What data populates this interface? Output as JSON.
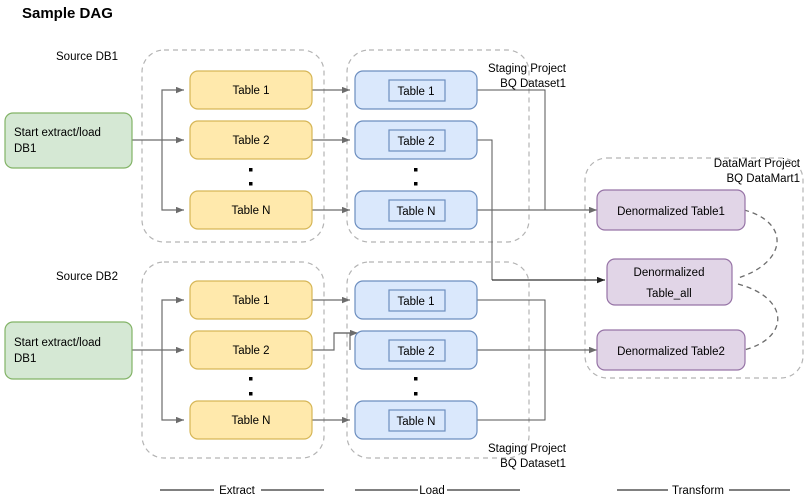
{
  "title": "Sample DAG",
  "sources": [
    {
      "id": "source-db1",
      "label": "Source DB1"
    },
    {
      "id": "source-db2",
      "label": "Source DB2"
    }
  ],
  "start_nodes": [
    {
      "id": "start-db1-top",
      "line1": "Start extract/load",
      "line2": "DB1"
    },
    {
      "id": "start-db1-bottom",
      "line1": "Start extract/load",
      "line2": "DB1"
    }
  ],
  "extract_groups": [
    {
      "id": "extract-group-1",
      "tables": [
        {
          "label": "Table 1"
        },
        {
          "label": "Table 2"
        },
        {
          "label": "Table N"
        }
      ]
    },
    {
      "id": "extract-group-2",
      "tables": [
        {
          "label": "Table 1"
        },
        {
          "label": "Table 2"
        },
        {
          "label": "Table N"
        }
      ]
    }
  ],
  "load_groups": [
    {
      "id": "load-group-1",
      "caption_line1": "Staging Project",
      "caption_line2": "BQ Dataset1",
      "tables": [
        {
          "label": "Table 1"
        },
        {
          "label": "Table 2"
        },
        {
          "label": "Table N"
        }
      ]
    },
    {
      "id": "load-group-2",
      "caption_line1": "Staging Project",
      "caption_line2": "BQ Dataset1",
      "tables": [
        {
          "label": "Table 1"
        },
        {
          "label": "Table 2"
        },
        {
          "label": "Table N"
        }
      ]
    }
  ],
  "transform_group": {
    "id": "datamart-group",
    "caption_line1": "DataMart Project",
    "caption_line2": "BQ DataMart1",
    "tables": [
      {
        "id": "denorm-table1",
        "line1": "Denormalized Table1",
        "line2": ""
      },
      {
        "id": "denorm-table-all",
        "line1": "Denormalized",
        "line2": "Table_all"
      },
      {
        "id": "denorm-table2",
        "line1": "Denormalized Table2",
        "line2": ""
      }
    ]
  },
  "phases": [
    {
      "id": "phase-extract",
      "label": "Extract"
    },
    {
      "id": "phase-load",
      "label": "Load"
    },
    {
      "id": "phase-transform",
      "label": "Transform"
    }
  ],
  "colors": {
    "start_fill": "#d5e8d4",
    "start_stroke": "#82b366",
    "extract_fill": "#ffe9ac",
    "extract_stroke": "#d6b656",
    "load_fill": "#dae8fc",
    "load_stroke": "#6c8ebf",
    "transform_fill": "#e1d5e7",
    "transform_stroke": "#9673a6",
    "container_stroke": "#b3b3b3",
    "edge_stroke": "#6c6c6c",
    "text": "#000000",
    "background": "#ffffff"
  }
}
